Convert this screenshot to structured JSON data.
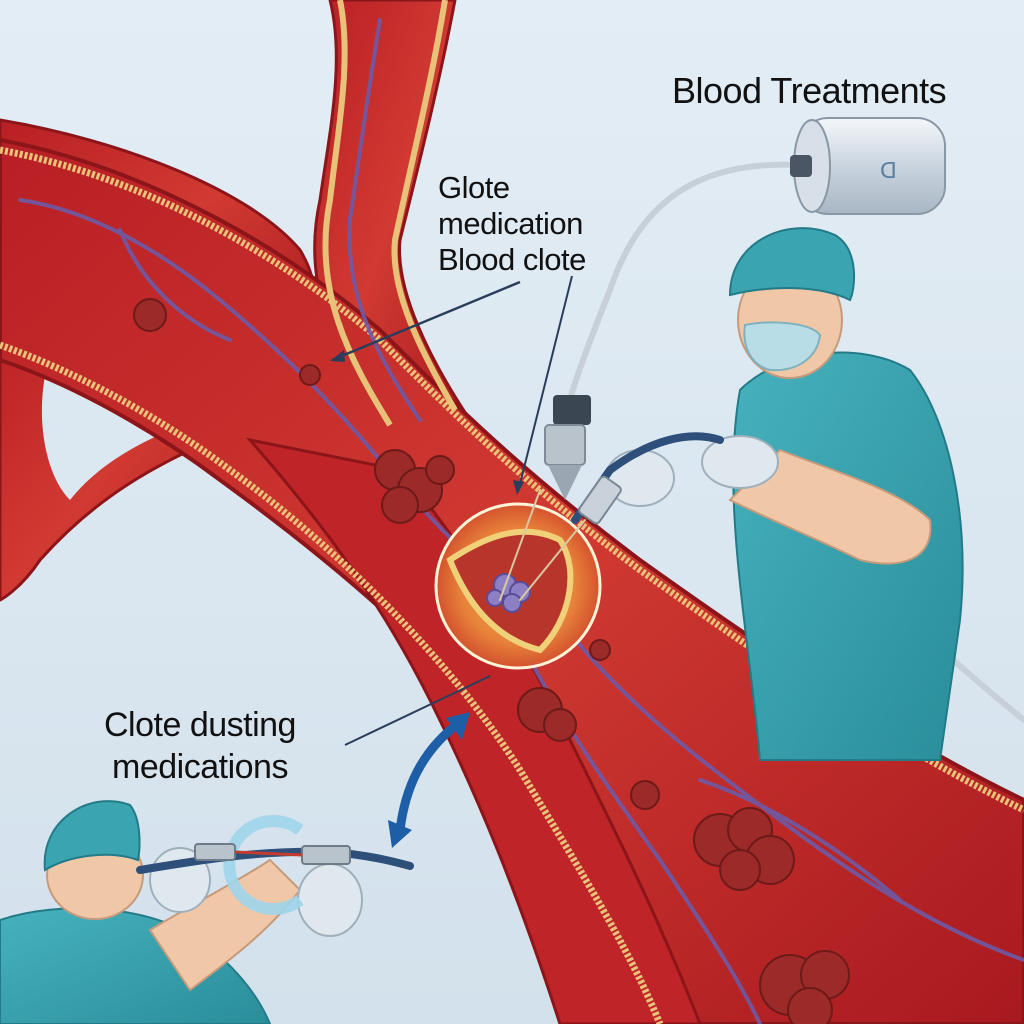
{
  "labels": {
    "title": "Blood Treatments",
    "clot_label_lines": [
      "Glote",
      "medication",
      "Blood clote"
    ],
    "dusting_label_lines": [
      "Clote dusting",
      "medications"
    ]
  },
  "colors": {
    "background": "#dde9f2",
    "vessel_wall": "#c0262a",
    "vessel_inner": "#d9503e",
    "fat_layer": "#e9c27a",
    "vein": "#6e5aa6",
    "clot": "#9b2a28",
    "scrubs": "#3aa4b0",
    "glove": "#dfe8ee",
    "magnifier_glow": "#f2a540"
  }
}
